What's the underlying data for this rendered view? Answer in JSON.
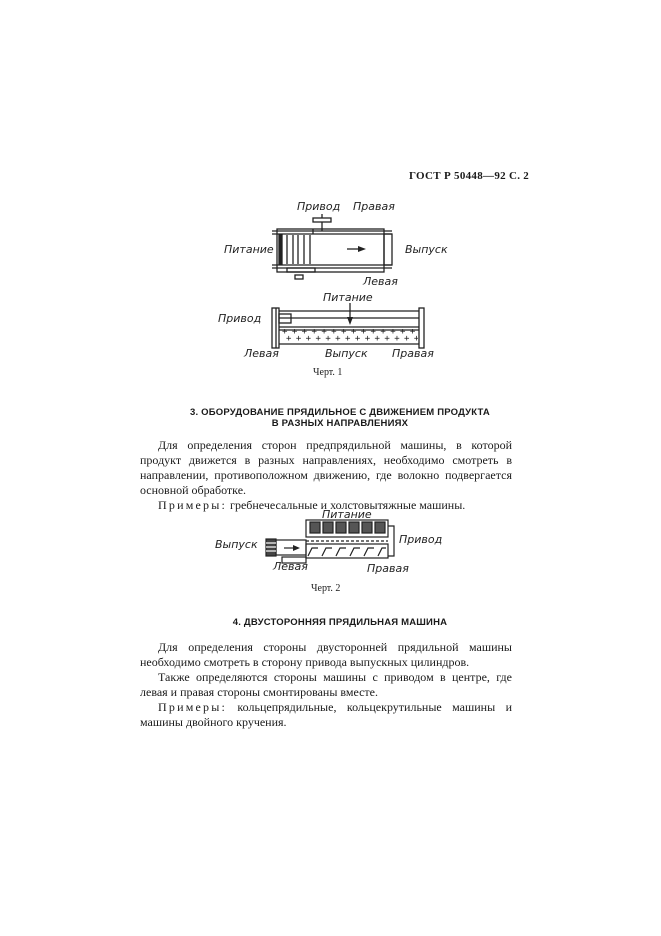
{
  "header": {
    "standard": "ГОСТ Р 50448—92 С. 2"
  },
  "figure1": {
    "top": {
      "labels": {
        "drive": "Привод",
        "right": "Правая",
        "feed": "Питание",
        "output": "Выпуск",
        "left": "Левая"
      }
    },
    "bottom": {
      "labels": {
        "feed": "Питание",
        "drive": "Привод",
        "left": "Левая",
        "output": "Выпуск",
        "right": "Правая"
      },
      "pattern_marks": "+ + + + + + + + + + + + + + + + + + + + + + + +"
    },
    "caption": "Черт. 1"
  },
  "section3": {
    "title_line1": "3.  ОБОРУДОВАНИЕ ПРЯДИЛЬНОЕ С ДВИЖЕНИЕМ ПРОДУКТА",
    "title_line2": "В РАЗНЫХ НАПРАВЛЕНИЯХ",
    "paragraph1": "Для определения сторон предпрядильной машины, в которой продукт движется в разных направлениях, необходимо смотреть в направлении, противоположном движению, где волокно подвергается основной обработке.",
    "examples_label": "Примеры:",
    "examples_text": " гребнечесальные и холстовытяжные машины."
  },
  "figure2": {
    "labels": {
      "feed": "Питание",
      "output": "Выпуск",
      "drive": "Привод",
      "left": "Левая",
      "right": "Правая"
    },
    "caption": "Черт. 2"
  },
  "section4": {
    "title": "4.  ДВУСТОРОННЯЯ ПРЯДИЛЬНАЯ МАШИНА",
    "paragraph1": "Для определения стороны двусторонней прядильной машины необходимо смотреть в сторону привода выпускных цилиндров.",
    "paragraph2": "Также определяются стороны машины с приводом в центре, где левая и правая стороны смонтированы вместе.",
    "examples_label": "Примеры:",
    "examples_text": " кольцепрядильные, кольцекрутильные машины и машины двойного кручения."
  }
}
